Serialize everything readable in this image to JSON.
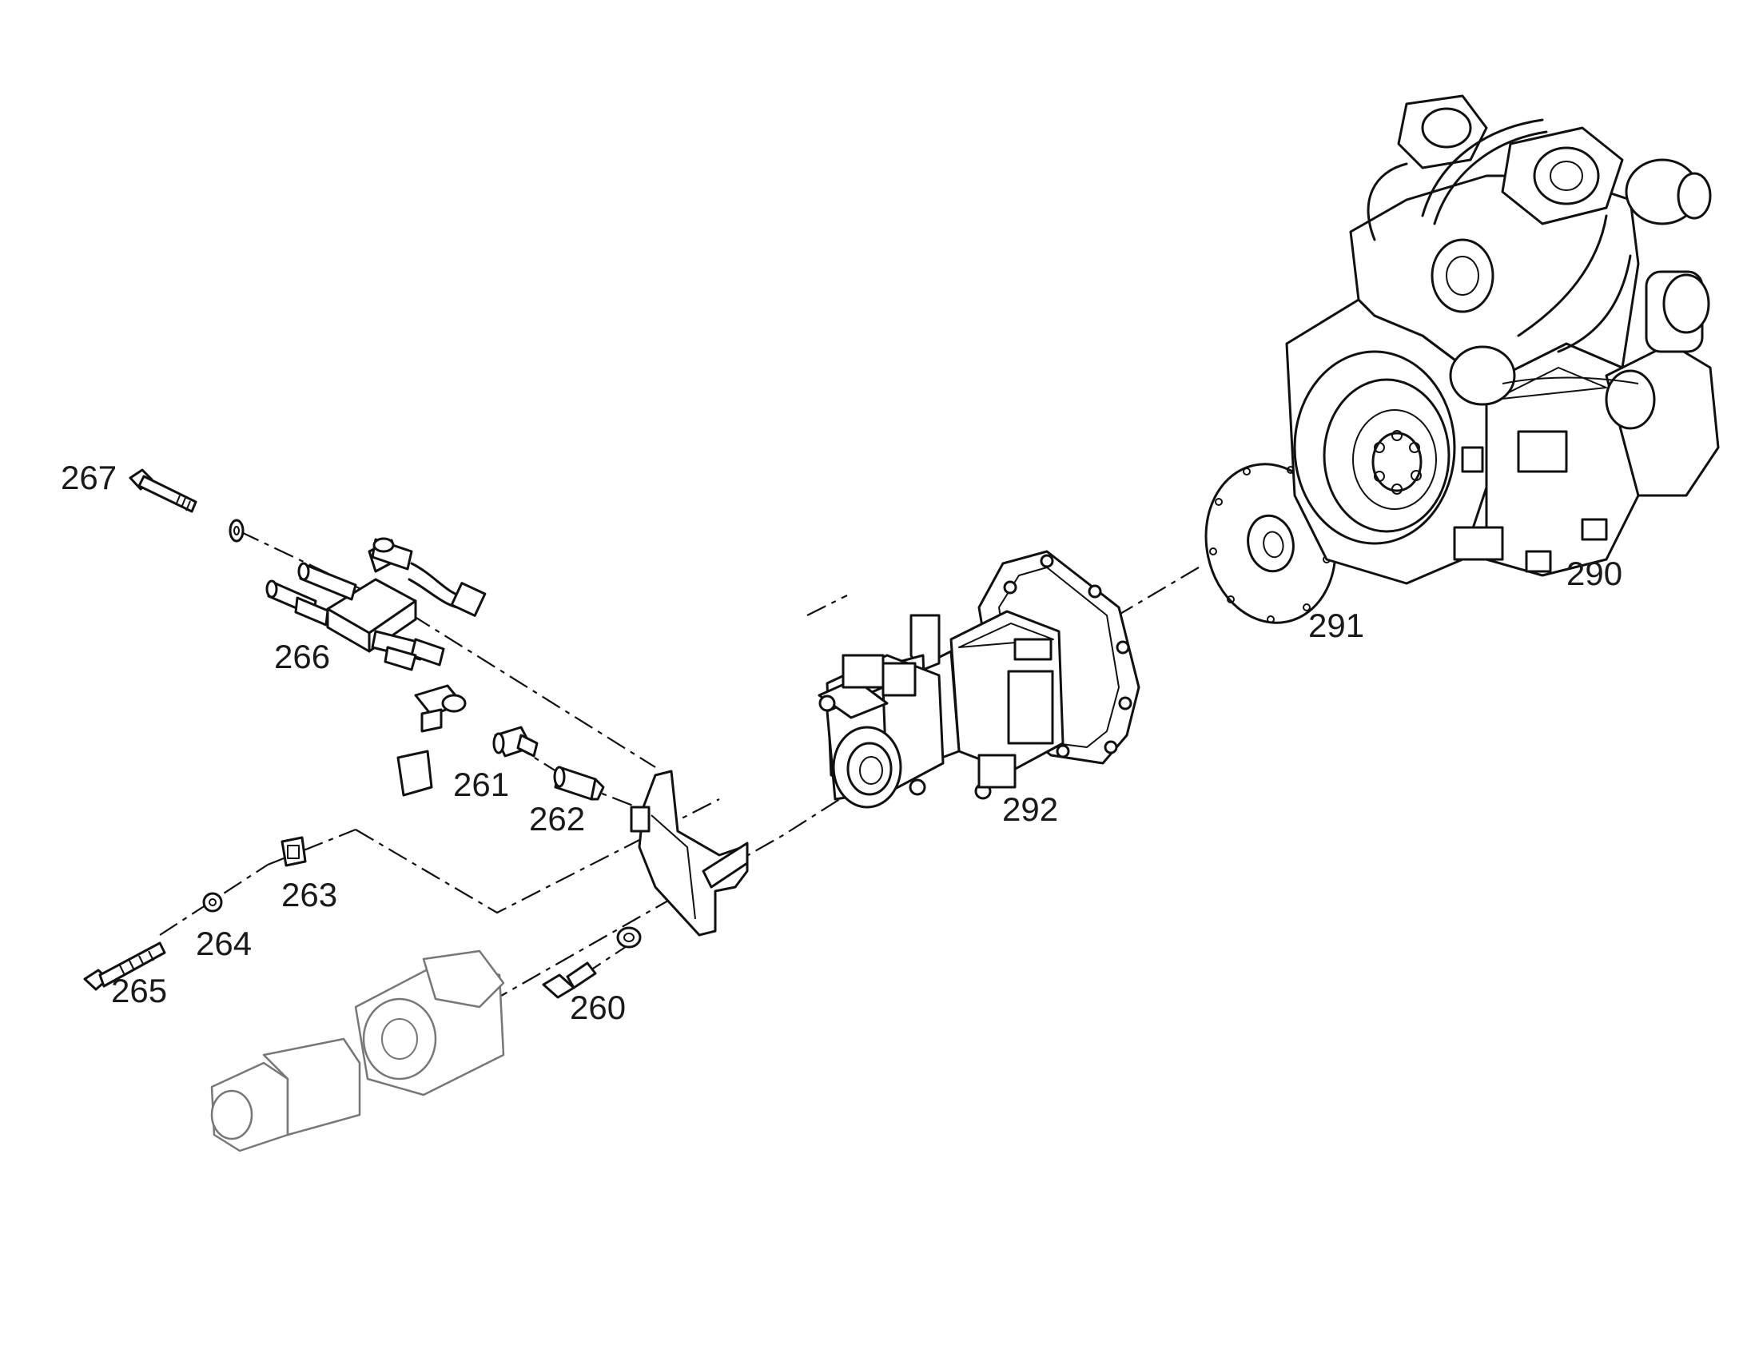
{
  "callouts": {
    "p260": "260",
    "p261": "261",
    "p262": "262",
    "p263": "263",
    "p264": "264",
    "p265": "265",
    "p266": "266",
    "p267": "267",
    "p290": "290",
    "p291": "291",
    "p292": "292"
  },
  "colors": {
    "line": "#111111",
    "background": "#ffffff",
    "ghost": "#777777"
  }
}
